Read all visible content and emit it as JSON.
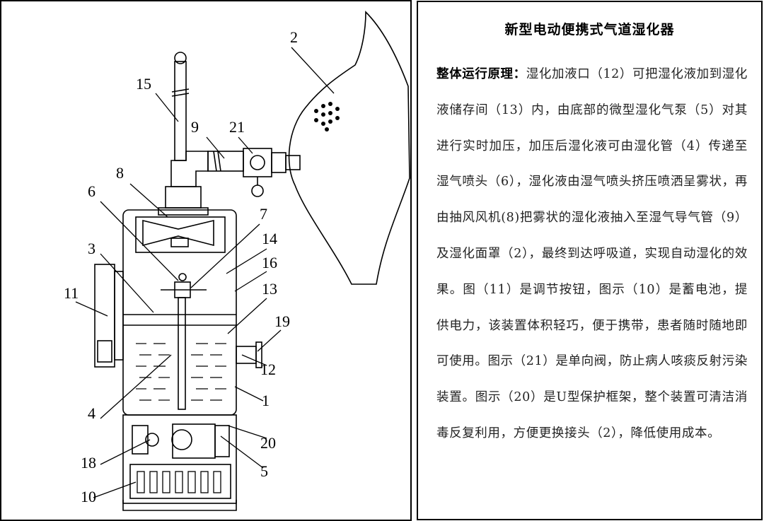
{
  "diagram": {
    "labels": [
      "15",
      "2",
      "9",
      "21",
      "8",
      "6",
      "7",
      "14",
      "3",
      "16",
      "11",
      "13",
      "19",
      "12",
      "4",
      "1",
      "20",
      "18",
      "5",
      "10"
    ]
  },
  "text_panel": {
    "title": "新型电动便携式气道湿化器",
    "lead": "整体运行原理：",
    "body": "湿化加液口（12）可把湿化液加到湿化液储存间（13）内，由底部的微型湿化气泵（5）对其进行实时加压，加压后湿化液可由湿化管（4）传递至湿气喷头（6），湿化液由湿气喷头挤压喷洒呈雾状，再由抽风风机(8)把雾状的湿化液抽入至湿气导气管（9）及湿化面罩（2），最终到达呼吸道，实现自动湿化的效果。图（11）是调节按钮，图示（10）是蓄电池，提供电力，该装置体积轻巧，便于携带，患者随时随地即可使用。图示（21）是单向阀，防止病人咳痰反射污染装置。图示（20）是U型保护框架，整个装置可清洁消毒反复利用，方便更换接头（2），降低使用成本。"
  }
}
